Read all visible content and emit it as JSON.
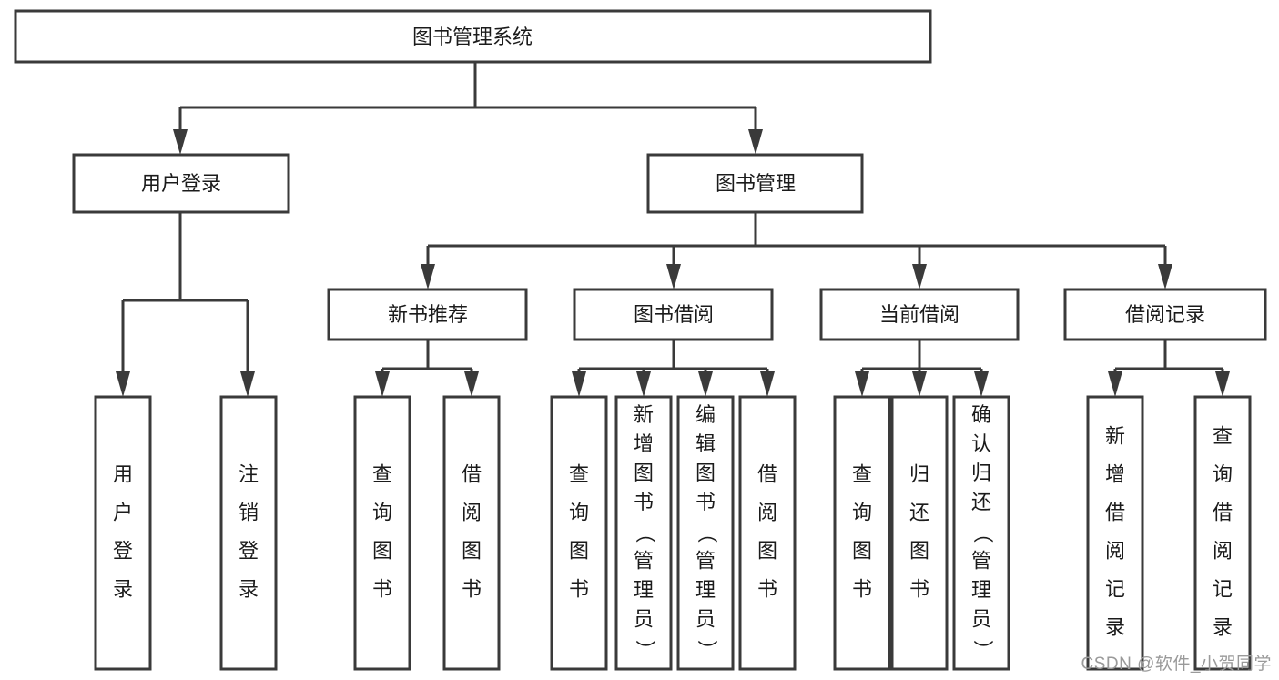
{
  "diagram": {
    "type": "tree-hierarchy",
    "title": "图书管理系统",
    "root": {
      "id": "root",
      "label": "图书管理系统"
    },
    "level2": [
      {
        "id": "user-login",
        "label": "用户登录"
      },
      {
        "id": "book-manage",
        "label": "图书管理"
      }
    ],
    "level3": [
      {
        "id": "new-book-recommend",
        "label": "新书推荐",
        "parent": "book-manage"
      },
      {
        "id": "book-borrow",
        "label": "图书借阅",
        "parent": "book-manage"
      },
      {
        "id": "current-borrow",
        "label": "当前借阅",
        "parent": "book-manage"
      },
      {
        "id": "borrow-record",
        "label": "借阅记录",
        "parent": "book-manage"
      }
    ],
    "leaves": {
      "user-login": [
        {
          "id": "leaf-user-login",
          "label": "用户登录"
        },
        {
          "id": "leaf-user-logout",
          "label": "注销登录"
        }
      ],
      "new-book-recommend": [
        {
          "id": "leaf-query-book-1",
          "label": "查询图书"
        },
        {
          "id": "leaf-borrow-book-1",
          "label": "借阅图书"
        }
      ],
      "book-borrow": [
        {
          "id": "leaf-query-book-2",
          "label": "查询图书"
        },
        {
          "id": "leaf-add-book",
          "label": "新增图书（管理员）"
        },
        {
          "id": "leaf-edit-book",
          "label": "编辑图书（管理员）"
        },
        {
          "id": "leaf-borrow-book-2",
          "label": "借阅图书"
        }
      ],
      "current-borrow": [
        {
          "id": "leaf-query-book-3",
          "label": "查询图书"
        },
        {
          "id": "leaf-return-book",
          "label": "归还图书"
        },
        {
          "id": "leaf-confirm-return",
          "label": "确认归还（管理员）"
        }
      ],
      "borrow-record": [
        {
          "id": "leaf-add-borrow-record",
          "label": "新增借阅记录"
        },
        {
          "id": "leaf-query-borrow-record",
          "label": "查询借阅记录"
        }
      ]
    },
    "colors": {
      "stroke": "#3a3a3a",
      "fill": "#ffffff",
      "text": "#1b1b1b",
      "watermark": "#9a9a9a"
    }
  },
  "watermark": {
    "text": "CSDN @软件_小贺同学"
  }
}
